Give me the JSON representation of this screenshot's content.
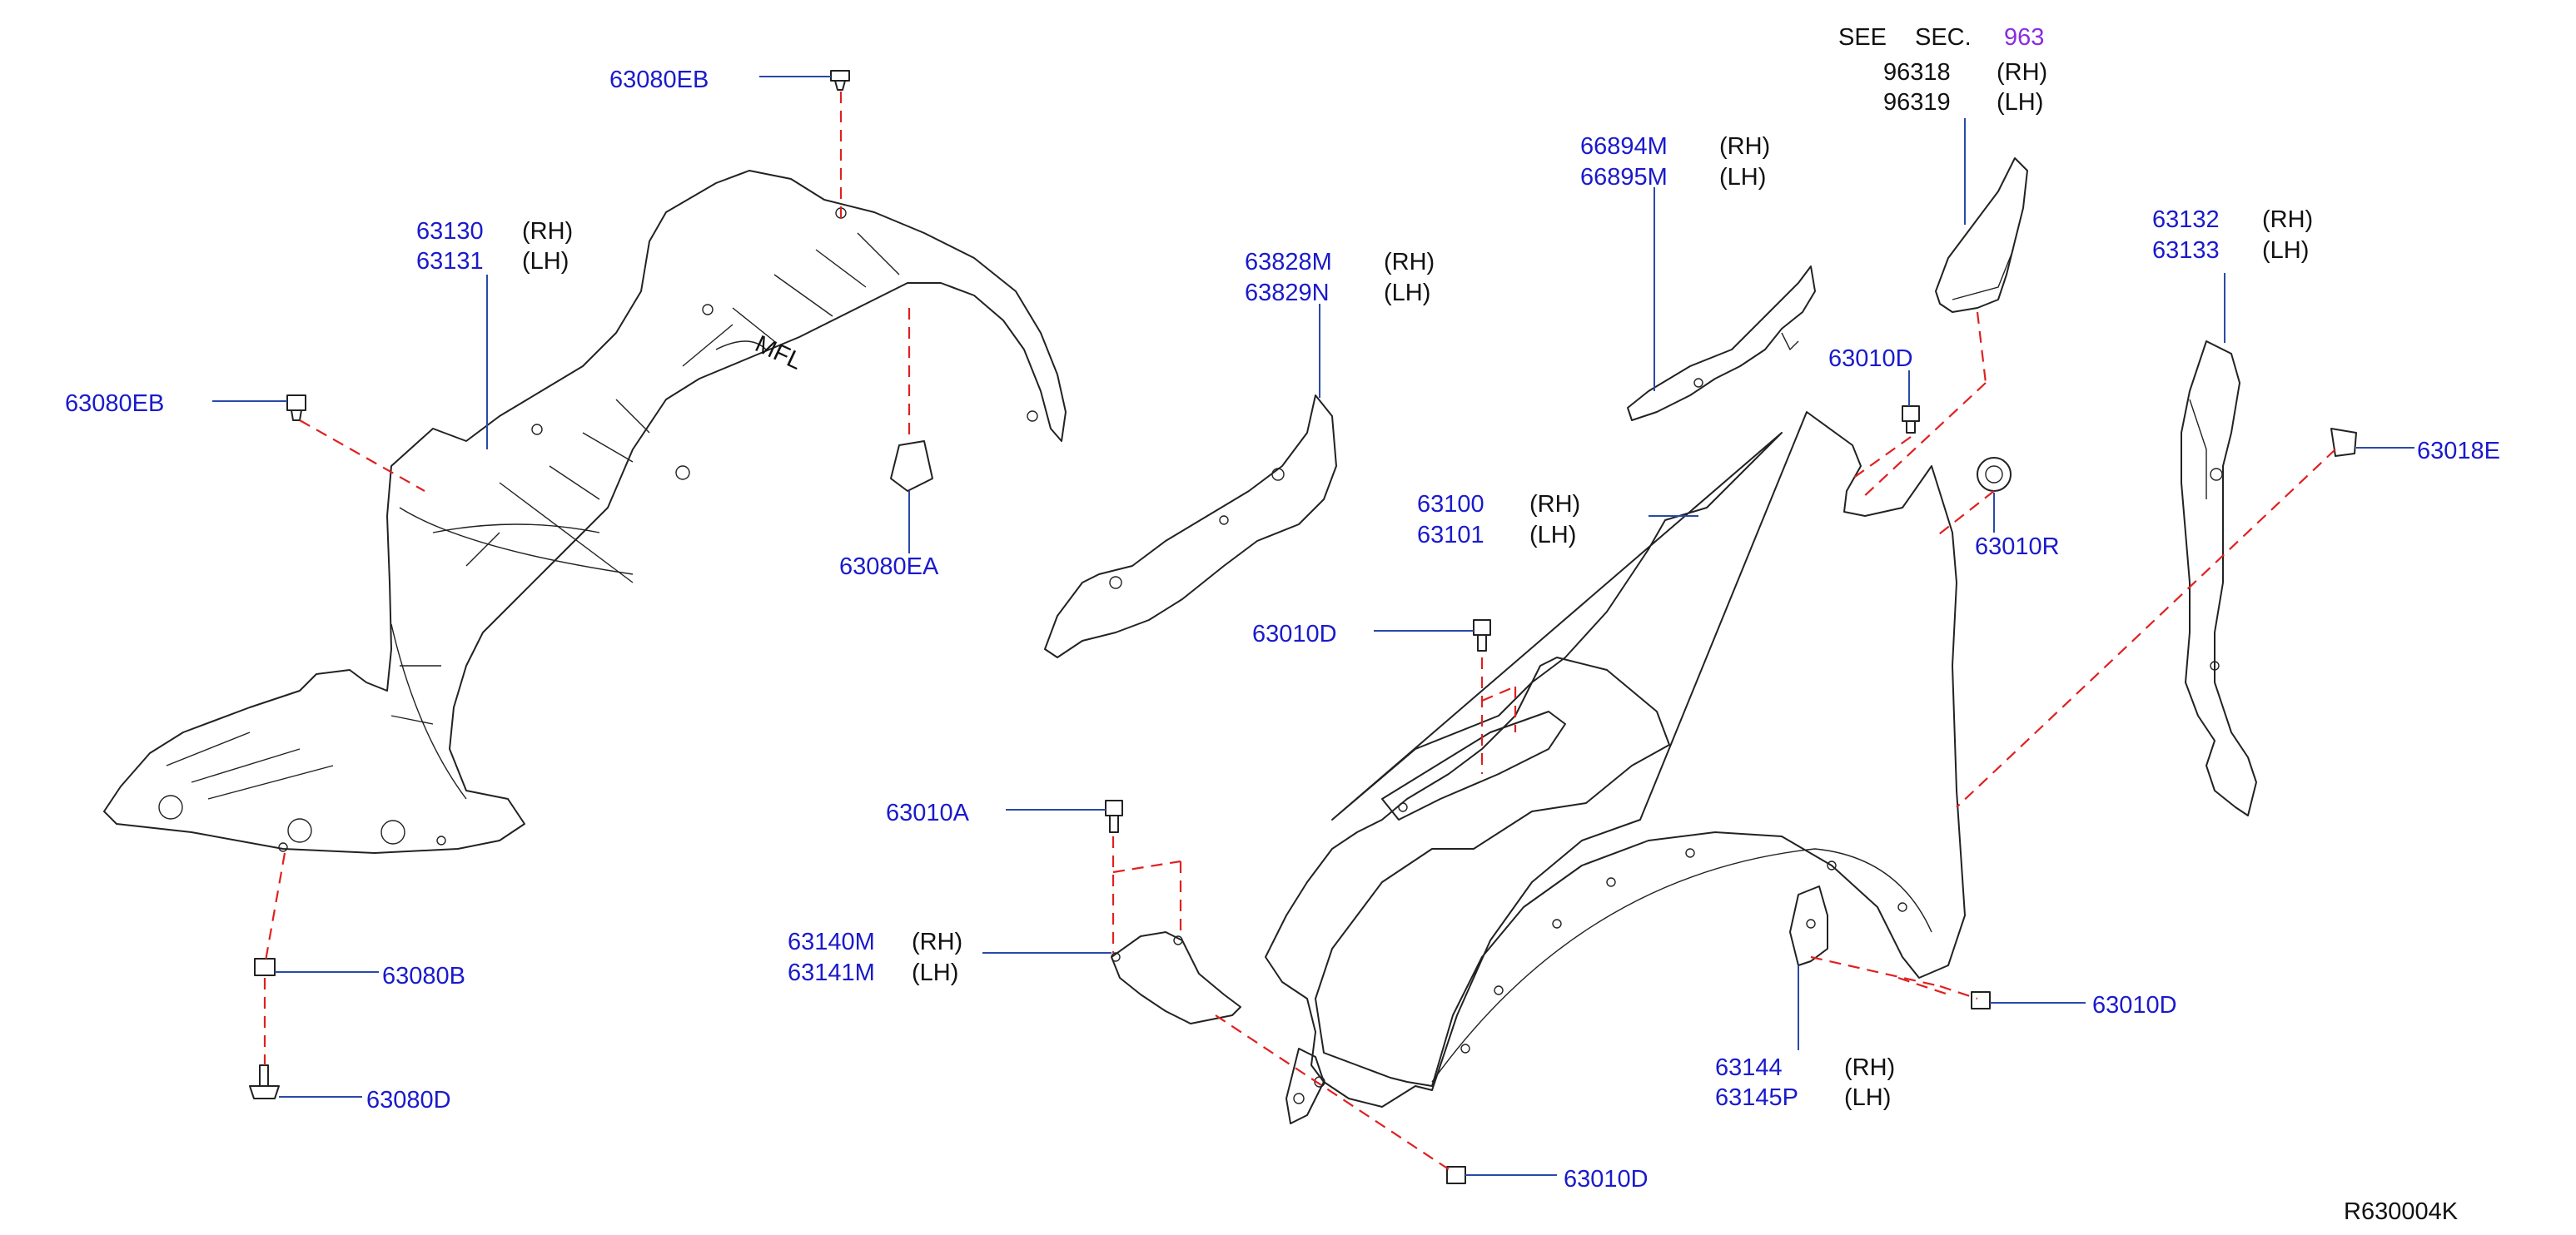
{
  "see_sec": {
    "see": "SEE",
    "sec": "SEC.",
    "number": "963"
  },
  "labels": {
    "l_96318": "96318",
    "l_96318_side": "(RH)",
    "l_96319": "96319",
    "l_96319_side": "(LH)",
    "l_63080EB_top": "63080EB",
    "l_66894M": "66894M",
    "l_66894M_side": "(RH)",
    "l_66895M": "66895M",
    "l_66895M_side": "(LH)",
    "l_63130": "63130",
    "l_63130_side": "(RH)",
    "l_63131": "63131",
    "l_63131_side": "(LH)",
    "l_63828M": "63828M",
    "l_63828M_side": "(RH)",
    "l_63829N": "63829N",
    "l_63829N_side": "(LH)",
    "l_63132": "63132",
    "l_63132_side": "(RH)",
    "l_63133": "63133",
    "l_63133_side": "(LH)",
    "l_63010D_a": "63010D",
    "l_63080EB_left": "63080EB",
    "l_63018E": "63018E",
    "l_63100": "63100",
    "l_63100_side": "(RH)",
    "l_63101": "63101",
    "l_63101_side": "(LH)",
    "l_63010R": "63010R",
    "l_63080EA": "63080EA",
    "l_63010D_b": "63010D",
    "l_63010A": "63010A",
    "l_63140M": "63140M",
    "l_63140M_side": "(RH)",
    "l_63141M": "63141M",
    "l_63141M_side": "(LH)",
    "l_63080B": "63080B",
    "l_63010D_c": "63010D",
    "l_63144": "63144",
    "l_63144_side": "(RH)",
    "l_63145P": "63145P",
    "l_63145P_side": "(LH)",
    "l_63080D": "63080D",
    "l_63010D_d": "63010D",
    "ref_code": "R630004K"
  },
  "colors": {
    "part_number": "#1a1acc",
    "leader": "#2a4aa8",
    "dashed": "#e02020",
    "section_ref": "#8a2be2",
    "outline": "#222222"
  }
}
